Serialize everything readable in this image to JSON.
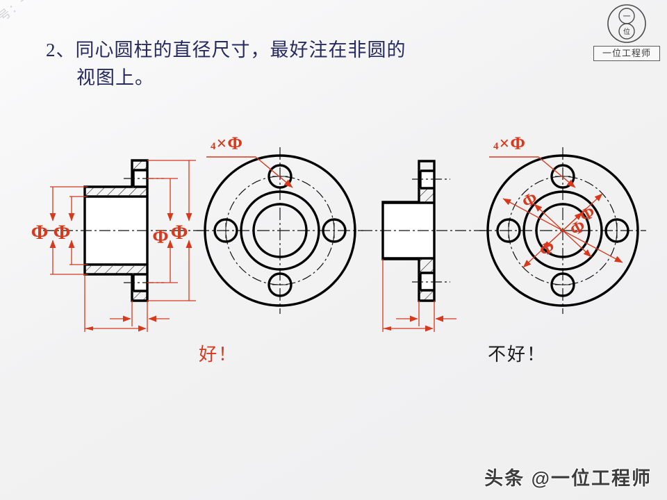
{
  "slide": {
    "background_color": "#f1f1f1",
    "title_color": "#262a60",
    "dimension_color": "#d8381c",
    "outline_color": "#000000",
    "title_line1": "2、同心圆柱的直径尺寸，最好注在非圆的",
    "title_line2": "视图上。"
  },
  "logo": {
    "name": "一位工程师",
    "emblem_top_char": "一",
    "emblem_bottom_char": "位"
  },
  "watermarks": {
    "corner": "头条号：一位工程师",
    "bottom": "头条 @一位工程师"
  },
  "captions": {
    "good": "好！",
    "bad": "不好！"
  },
  "figures": {
    "left_section": {
      "label": "好-剖视图",
      "dimension_labels": [
        "Φ",
        "Φ",
        "Φ",
        "Φ"
      ],
      "note": "四个直径尺寸注在非圆视图上"
    },
    "left_circle": {
      "label": "好-圆视图",
      "leader_label_count": "4",
      "leader_label_symbol": "Φ",
      "leader_label_multiply": "×",
      "hole_count": 4
    },
    "right_section": {
      "label": "不好-剖视图",
      "dimension_labels": [],
      "note": "非圆视图上未注直径"
    },
    "right_circle": {
      "label": "不好-圆视图",
      "leader_label_count": "4",
      "leader_label_symbol": "Φ",
      "leader_label_multiply": "×",
      "hole_count": 4,
      "dimension_labels": [
        "Φ",
        "Φ",
        "Φ",
        "Φ"
      ],
      "note": "四个直径尺寸都注在圆的视图上"
    }
  }
}
